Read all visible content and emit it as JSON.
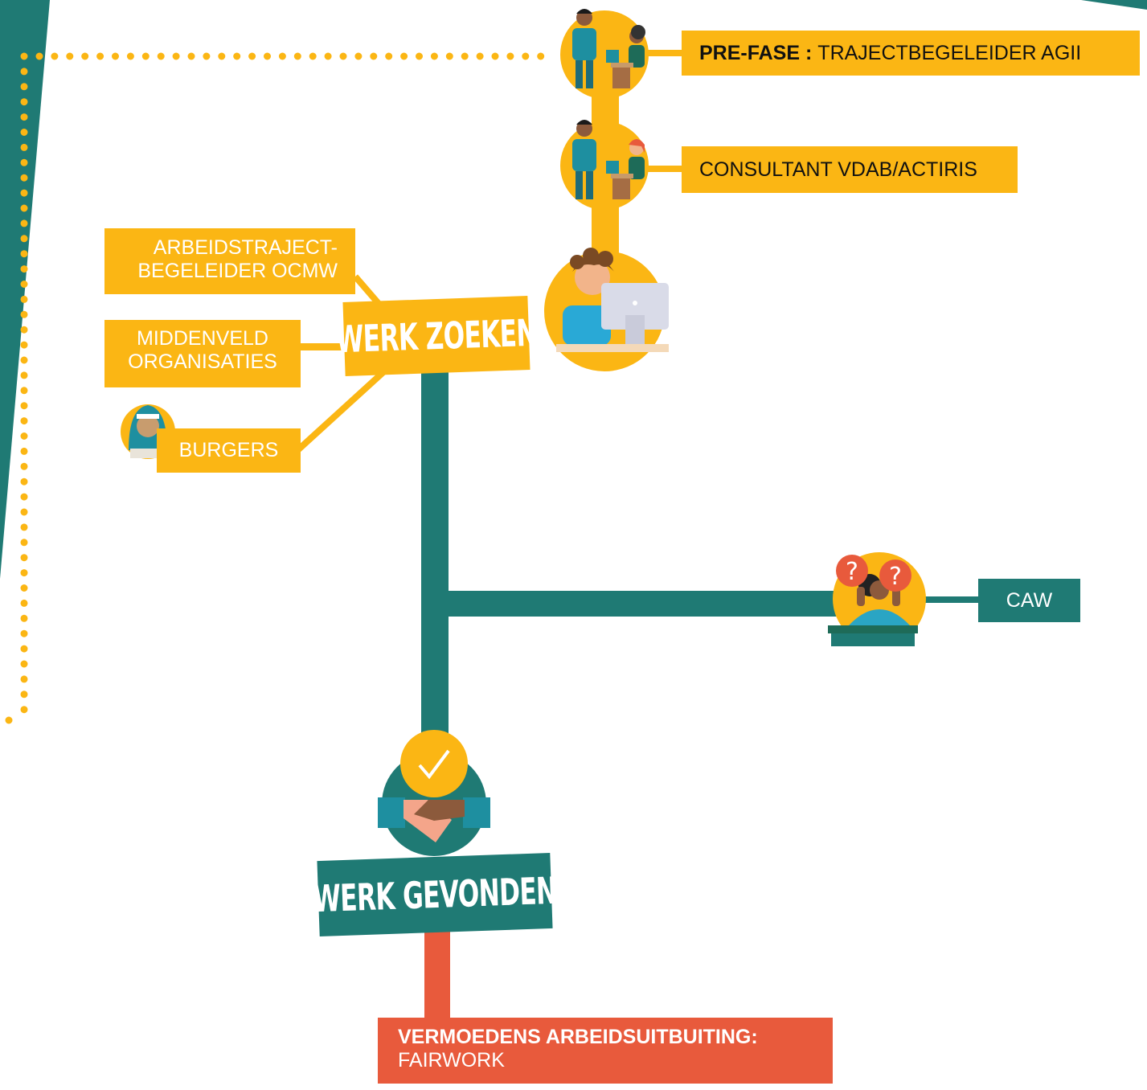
{
  "nodes": {
    "prefase": {
      "bold": "PRE-FASE :",
      "text": "TRAJECTBEGELEIDER AGII"
    },
    "consultant": {
      "text": "CONSULTANT VDAB/ACTIRIS"
    },
    "arbeidstraject": {
      "line1": "ARBEIDSTRAJECT-",
      "line2": "BEGELEIDER OCMW"
    },
    "middenveld": {
      "line1": "MIDDENVELD",
      "line2": "ORGANISATIES"
    },
    "burgers": {
      "text": "BURGERS"
    },
    "werk_zoeken": {
      "text": "WERK ZOEKEN"
    },
    "caw": {
      "text": "CAW"
    },
    "werk_gevonden": {
      "text": "WERK GEVONDEN"
    },
    "fairwork": {
      "bold": "VERMOEDENS ARBEIDSUITBUITING:",
      "text": "FAIRWORK"
    }
  },
  "colors": {
    "yellow": "#FBB614",
    "teal": "#1F7A74",
    "red": "#E85A3C",
    "skin": "#F2B48A",
    "monitor": "#D9DBE8"
  },
  "icons": {
    "prefase_figure": "counselling-icon",
    "consultant_figure": "counselling-icon",
    "job_seeker": "computer-user-icon",
    "citizen": "person-headscarf-icon",
    "caw_figure": "confused-person-icon",
    "checkmark": "checkmark-icon",
    "handshake": "handshake-icon"
  }
}
